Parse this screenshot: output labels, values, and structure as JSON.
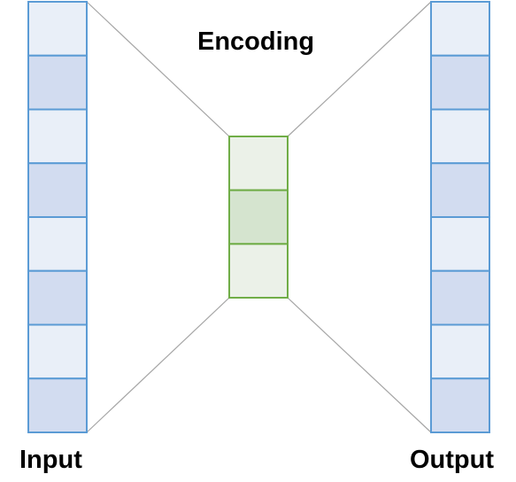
{
  "labels": {
    "encoding": "Encoding",
    "input": "Input",
    "output": "Output"
  },
  "colors": {
    "vector_border": "#5b9bd5",
    "vector_light": "#e9eff8",
    "vector_dark": "#d2dcf0",
    "code_border": "#70ad47",
    "code_light": "#ebf1e8",
    "code_dark": "#d5e4cf",
    "connector": "#a6a6a6"
  },
  "input_vector": {
    "cells": [
      "light",
      "dark",
      "light",
      "dark",
      "light",
      "dark",
      "light",
      "dark"
    ]
  },
  "encoding_vector": {
    "cells": [
      "light",
      "dark",
      "light"
    ]
  },
  "output_vector": {
    "cells": [
      "light",
      "dark",
      "light",
      "dark",
      "light",
      "dark",
      "light",
      "dark"
    ]
  }
}
